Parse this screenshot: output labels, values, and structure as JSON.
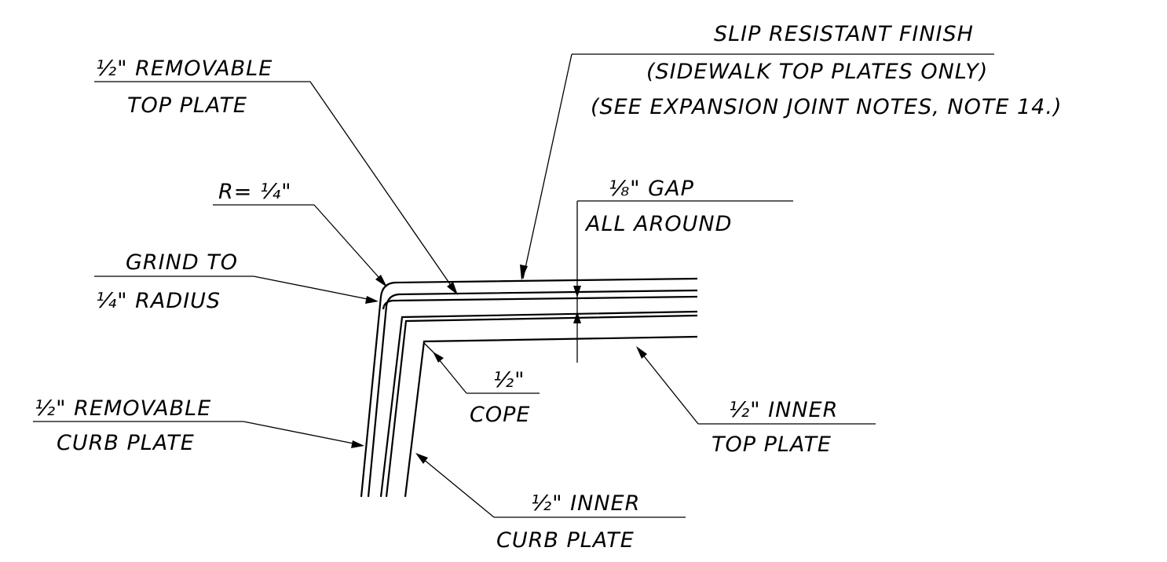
{
  "labels": {
    "slip_resistant_finish": [
      "SLIP RESISTANT FINISH",
      "(SIDEWALK TOP PLATES ONLY)",
      "(SEE EXPANSION JOINT NOTES, NOTE 14.)"
    ],
    "removable_top_plate": [
      "½\" REMOVABLE",
      "TOP PLATE"
    ],
    "radius": [
      "R= ¼\""
    ],
    "gap": [
      "⅛\" GAP",
      "ALL AROUND"
    ],
    "grind": [
      "GRIND TO",
      "¼\" RADIUS"
    ],
    "cope": [
      "½\"",
      "COPE"
    ],
    "removable_curb_plate": [
      "½\" REMOVABLE",
      "CURB PLATE"
    ],
    "inner_top_plate": [
      "½\" INNER",
      "TOP PLATE"
    ],
    "inner_curb_plate": [
      "½\" INNER",
      "CURB PLATE"
    ]
  }
}
